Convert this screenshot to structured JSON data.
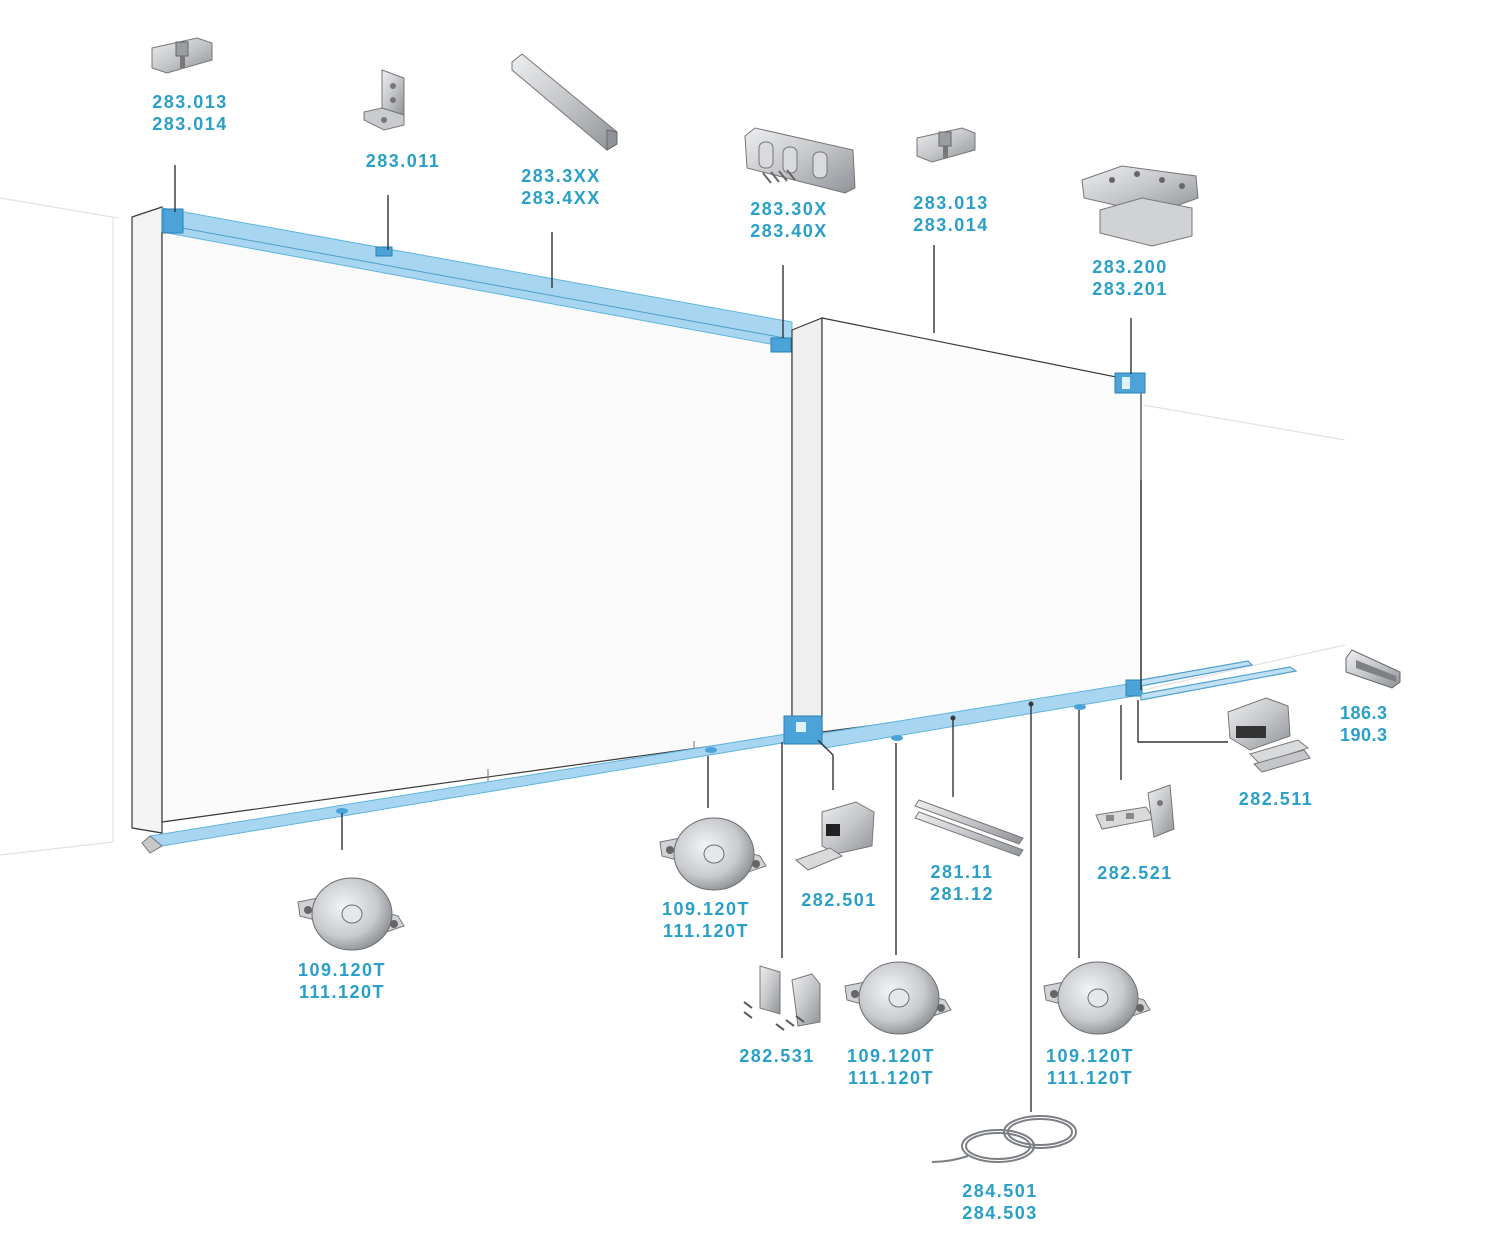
{
  "colors": {
    "label": "#2a9fc9",
    "track": "#a8d5ef",
    "track_dark": "#5fb4e0",
    "wall": "#f7f7f7",
    "outline": "#3a3a3a",
    "metal": "#c4c6c9",
    "metal_dark": "#8f9297"
  },
  "labels": {
    "l1": [
      "283.013",
      "283.014"
    ],
    "l2": [
      "283.011"
    ],
    "l3": [
      "283.3XX",
      "283.4XX"
    ],
    "l4": [
      "283.30X",
      "283.40X"
    ],
    "l5": [
      "283.013",
      "283.014"
    ],
    "l6": [
      "283.200",
      "283.201"
    ],
    "l7": [
      "186.3",
      "190.3"
    ],
    "l8": [
      "282.511"
    ],
    "l9": [
      "282.521"
    ],
    "l10": [
      "281.11",
      "281.12"
    ],
    "l11": [
      "282.501"
    ],
    "l12": [
      "109.120T",
      "111.120T"
    ],
    "l13": [
      "109.120T",
      "111.120T"
    ],
    "l14": [
      "282.531"
    ],
    "l15": [
      "109.120T",
      "111.120T"
    ],
    "l16": [
      "109.120T",
      "111.120T"
    ],
    "l17": [
      "284.501",
      "284.503"
    ]
  },
  "parts": {
    "p1": "end-cap-bracket",
    "p2": "angle-bracket",
    "p3": "guide-profile",
    "p4": "top-guide-roller-block",
    "p5": "end-cap-bracket",
    "p6": "top-roller-carriage",
    "p7": "ground-rail",
    "p8": "end-stop-latch",
    "p9": "stop-bracket",
    "p10": "flat-rail-pair",
    "p11": "latch-stop",
    "p12": "grooved-wheel",
    "p13": "grooved-wheel",
    "p14": "mounting-bracket-set",
    "p15": "grooved-wheel",
    "p16": "grooved-wheel",
    "p17": "steel-cable-coil"
  }
}
